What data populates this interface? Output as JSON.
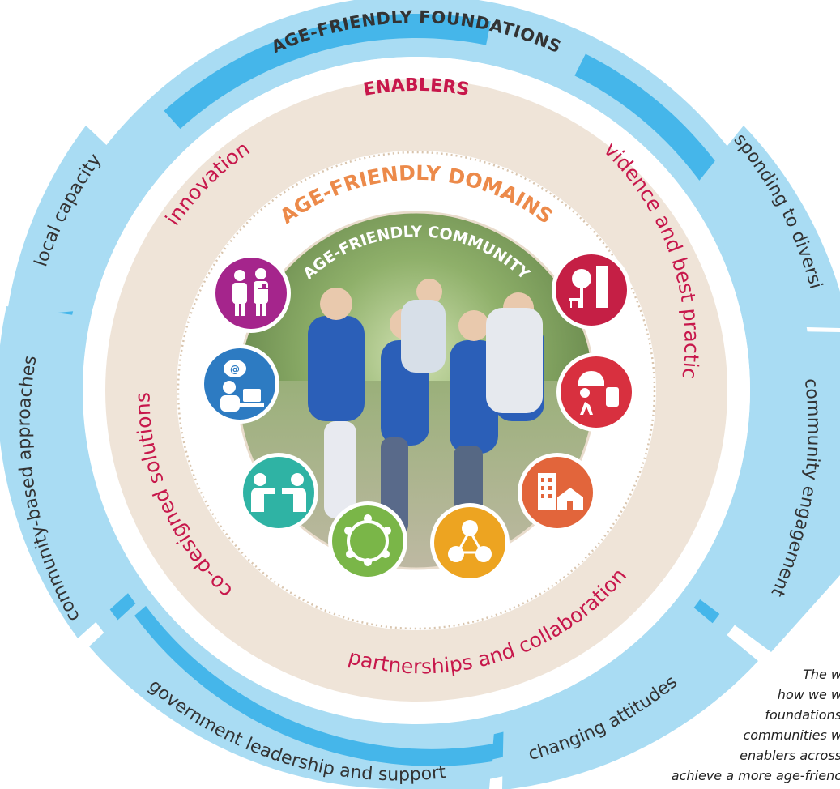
{
  "foundations": {
    "title": "AGE-FRIENDLY FOUNDATIONS",
    "items": {
      "local_capacity": "local capacity",
      "responding_to_diversity": "responding to diversity",
      "community_based": "community-based approaches",
      "community_engagement": "community engagement",
      "government_leadership": "government leadership and support",
      "changing_attitudes": "changing attitudes"
    }
  },
  "enablers": {
    "title": "ENABLERS",
    "items": {
      "innovation": "innovation",
      "evidence": "evidence and best practice",
      "co_designed": "co-designed solutions",
      "partnerships": "partnerships and collaboration"
    }
  },
  "domains": {
    "title": "AGE-FRIENDLY DOMAINS"
  },
  "community": {
    "title": "AGE-FRIENDLY COMMUNITY"
  },
  "domain_icons": [
    {
      "name": "health-services-icon",
      "color": "#a5258c"
    },
    {
      "name": "communication-information-icon",
      "color": "#2d7bc2"
    },
    {
      "name": "respect-inclusion-icon",
      "color": "#2fb3a4"
    },
    {
      "name": "social-participation-icon",
      "color": "#7ab648"
    },
    {
      "name": "civic-participation-icon",
      "color": "#eda421"
    },
    {
      "name": "housing-icon",
      "color": "#e2653b"
    },
    {
      "name": "transport-icon",
      "color": "#d8303f"
    },
    {
      "name": "outdoor-spaces-icon",
      "color": "#c51f45"
    }
  ],
  "caption": [
    "The w",
    "how we w",
    "foundations",
    "communities w",
    "enablers across",
    "achieve a more age-frienc"
  ],
  "colors": {
    "foundation_ring": "#a9dcf3",
    "foundation_band": "#45b6ea",
    "enabler_ring": "#efe4d8",
    "enabler_text": "#c7174b",
    "domain_text": "#ec8a4a"
  }
}
